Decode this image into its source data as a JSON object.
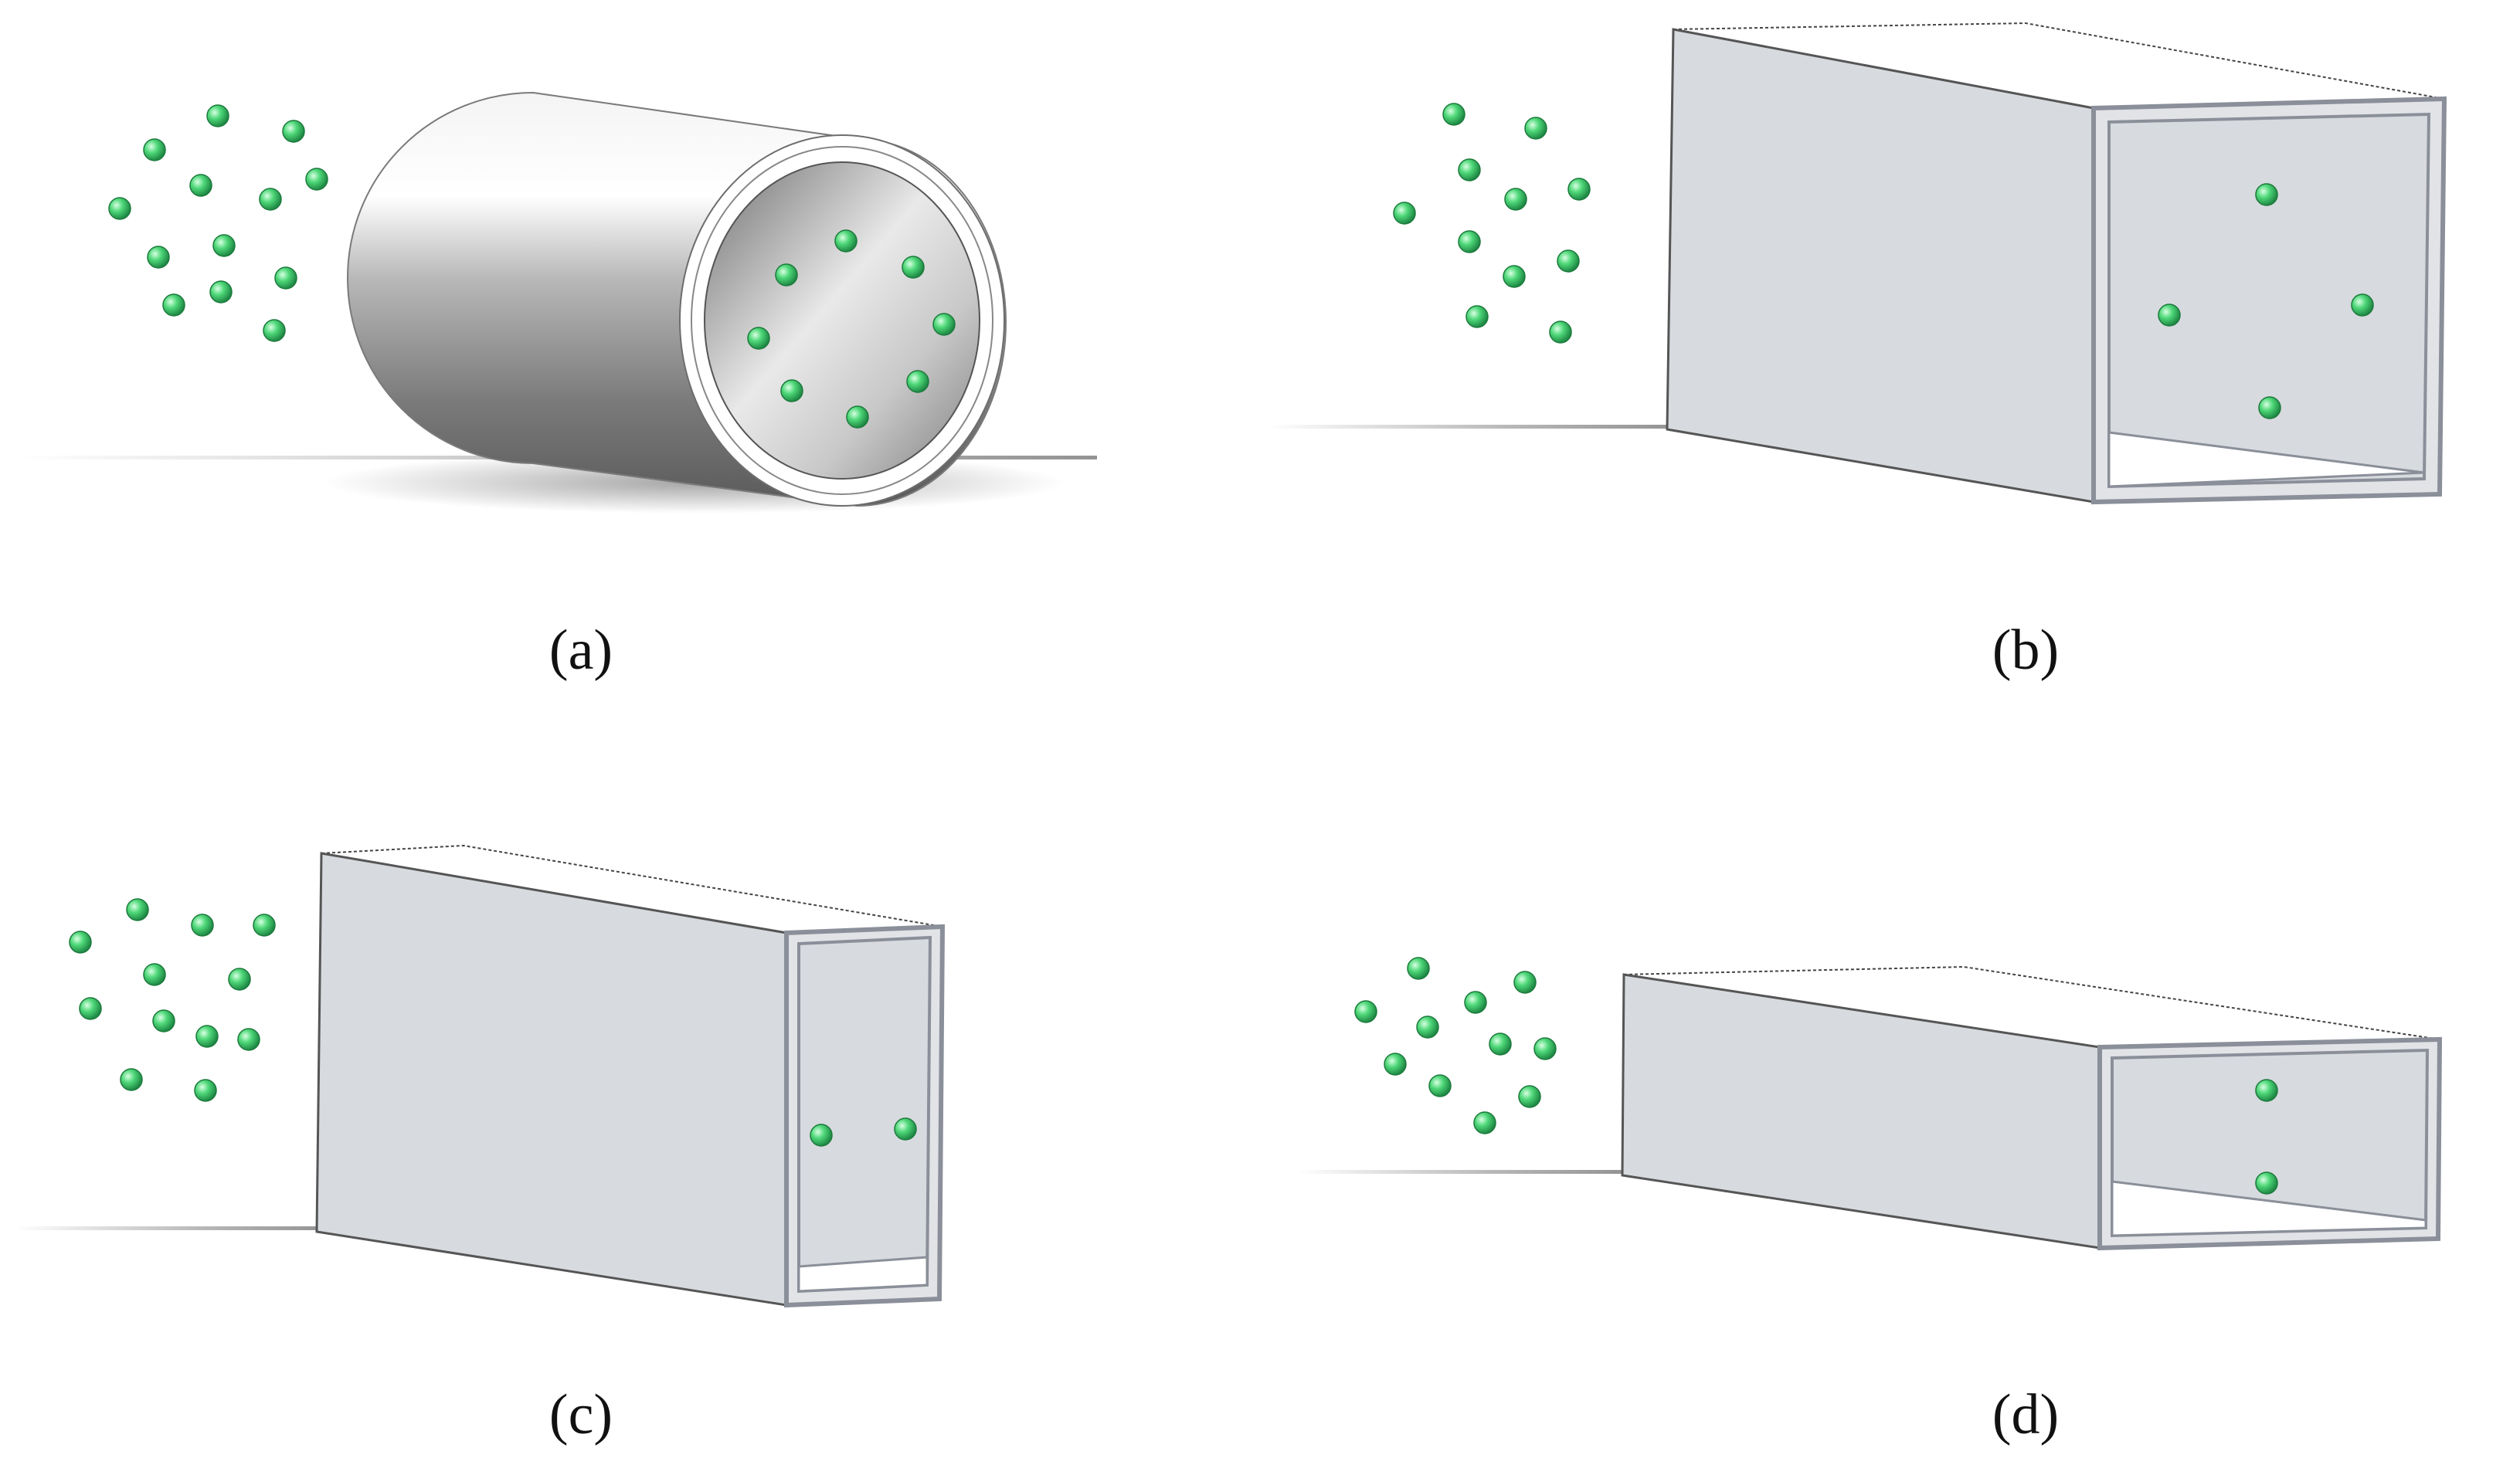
{
  "figure": {
    "panels": [
      {
        "id": "a",
        "caption": "(a)",
        "shape": "circular-tube",
        "particles_outside": 14,
        "particles_inside": 8
      },
      {
        "id": "b",
        "caption": "(b)",
        "shape": "square-duct",
        "particles_outside": 12,
        "particles_inside": 4
      },
      {
        "id": "c",
        "caption": "(c)",
        "shape": "tall-rectangular-duct",
        "particles_outside": 12,
        "particles_inside": 2
      },
      {
        "id": "d",
        "caption": "(d)",
        "shape": "flat-rectangular-duct",
        "particles_outside": 12,
        "particles_inside": 2
      }
    ],
    "colors": {
      "particle": "#3fcf6b",
      "duct_face": "#d7dade",
      "duct_edge": "#8a8f99",
      "tube": "#9a9a9a"
    }
  }
}
